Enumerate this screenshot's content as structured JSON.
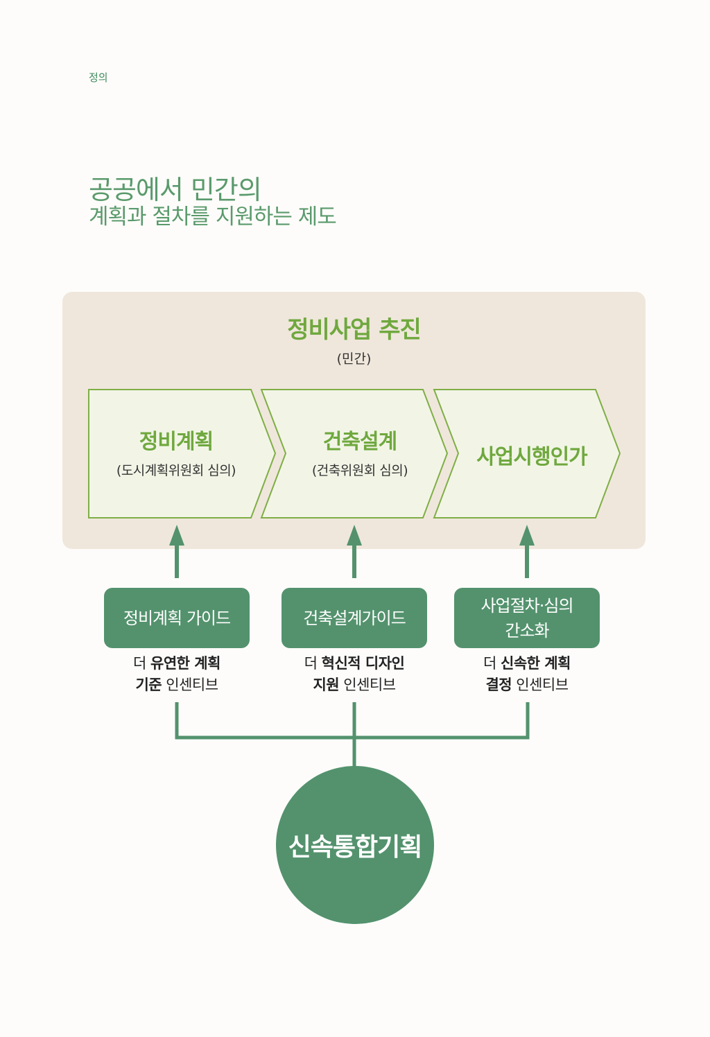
{
  "header": {
    "section_label": "정의"
  },
  "title": {
    "line1": "공공에서 민간의",
    "line2": "계획과 절차를 지원하는 제도"
  },
  "panel": {
    "title": "정비사업 추진",
    "subtitle": "(민간)",
    "steps": [
      {
        "title": "정비계획",
        "subtitle": "(도시계획위원회 심의)"
      },
      {
        "title": "건축설계",
        "subtitle": "(건축위원회 심의)"
      },
      {
        "title": "사업시행인가",
        "subtitle": ""
      }
    ]
  },
  "guides": [
    {
      "label_lines": [
        "정비계획 가이드"
      ],
      "benefit": {
        "line1_plain": "더 ",
        "line1_bold": "유연한 계획",
        "line2_bold": "기준",
        "line2_plain": " 인센티브"
      }
    },
    {
      "label_lines": [
        "건축설계가이드"
      ],
      "benefit": {
        "line1_plain": "더 ",
        "line1_bold": "혁신적 디자인",
        "line2_bold": "지원",
        "line2_plain": " 인센티브"
      }
    },
    {
      "label_lines": [
        "사업절차·심의",
        "간소화"
      ],
      "benefit": {
        "line1_plain": "더 ",
        "line1_bold": "신속한 계획",
        "line2_bold": "결정",
        "line2_plain": " 인센티브"
      }
    }
  ],
  "core": {
    "label": "신속통합기획"
  },
  "colors": {
    "accent_green": "#53926d",
    "light_green": "#6fa83e",
    "chevron_fill": "#f2f5e6",
    "chevron_stroke": "#7fae45",
    "panel_bg": "#efe7dc",
    "title_green": "#5a9a6c"
  }
}
